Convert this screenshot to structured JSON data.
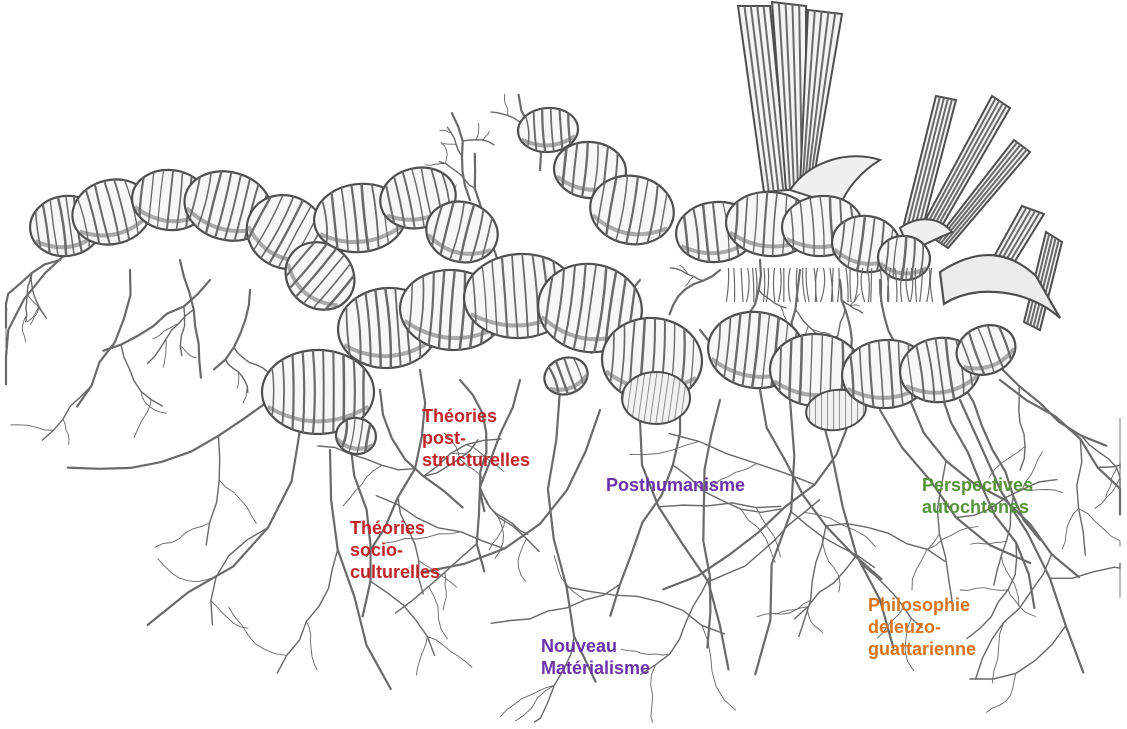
{
  "colors": {
    "ink": "#6a6a6a",
    "ink_dark": "#4e4e4e",
    "paper": "#ffffff",
    "red": "#c0262a",
    "purple": "#6a32a8",
    "green": "#57923b",
    "orange": "#d8731e"
  },
  "labels": {
    "poststructural": {
      "lines": [
        "Théories",
        "post-",
        "structurelles"
      ],
      "color": "red"
    },
    "sociocultural": {
      "lines": [
        "Théories",
        "socio-",
        "culturelles"
      ],
      "color": "red"
    },
    "posthumanism": {
      "lines": [
        "Posthumanisme"
      ],
      "color": "purple"
    },
    "new_materialism": {
      "lines": [
        "Nouveau",
        "Matérialisme"
      ],
      "color": "purple"
    },
    "indigenous": {
      "lines": [
        "Perspectives",
        "autochtones"
      ],
      "color": "green"
    },
    "deleuze_guattari": {
      "lines": [
        "Philosophie",
        "deleuzo-",
        "guattarienne"
      ],
      "color": "orange"
    }
  }
}
